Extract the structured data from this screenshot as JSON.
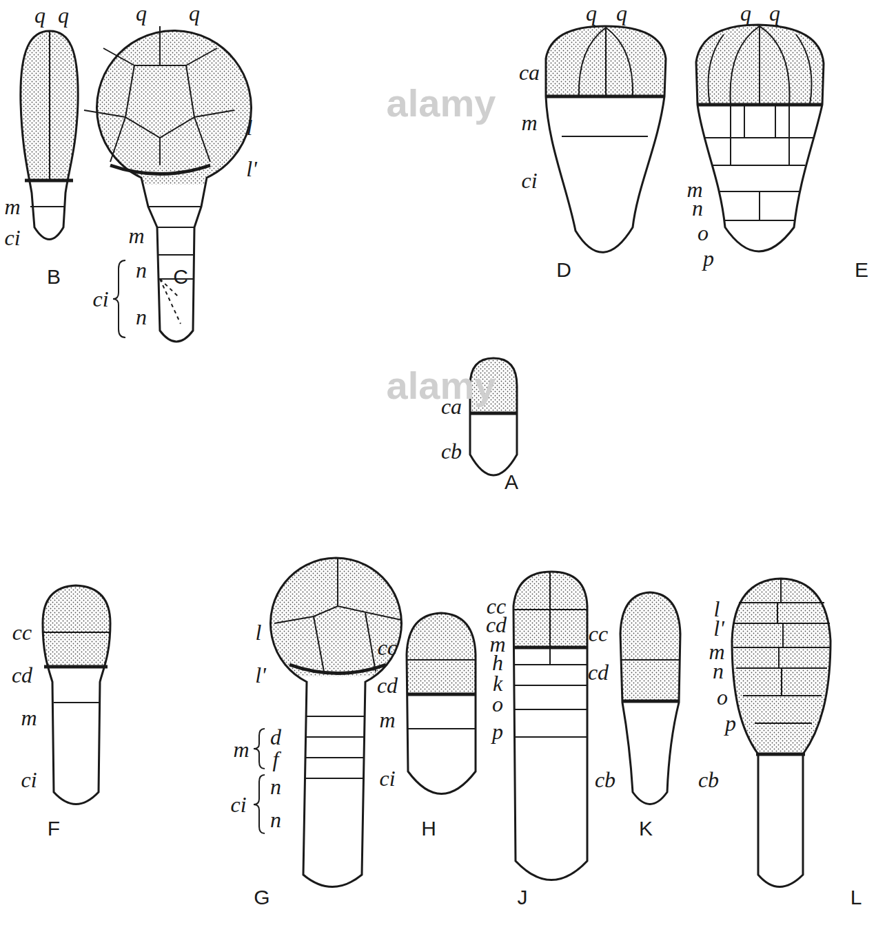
{
  "diagram": {
    "labels": [
      "q",
      "q",
      "m",
      "ci",
      "B",
      "q",
      "q",
      "l",
      "l'",
      "m",
      "n",
      "ci",
      "n",
      "C",
      "q",
      "q",
      "ca",
      "m",
      "ci",
      "D",
      "q",
      "q",
      "m",
      "n",
      "o",
      "p",
      "E",
      "ca",
      "cb",
      "A",
      "cc",
      "cd",
      "m",
      "ci",
      "F",
      "l",
      "l'",
      "m",
      "d",
      "f",
      "ci",
      "n",
      "n",
      "G",
      "cc",
      "cd",
      "m",
      "ci",
      "H",
      "cc",
      "cd",
      "m",
      "h",
      "k",
      "o",
      "p",
      "J",
      "cc",
      "cd",
      "cb",
      "K",
      "l",
      "l'",
      "m",
      "n",
      "o",
      "p",
      "cb",
      "L",
      "alamy",
      "alamy"
    ]
  }
}
